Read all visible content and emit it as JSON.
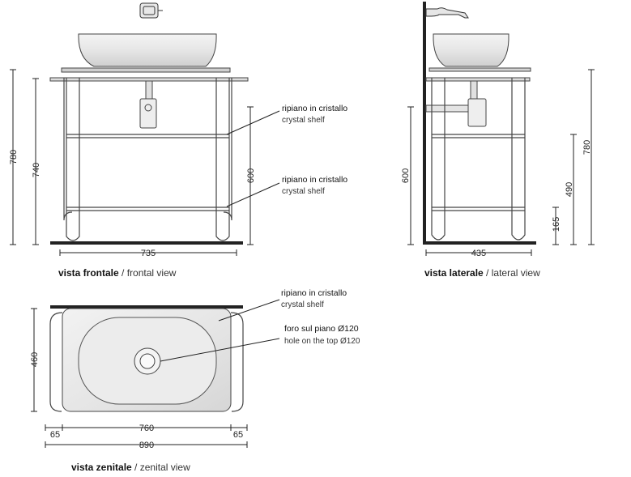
{
  "front": {
    "dim_width": "735",
    "dim_total_height": "780",
    "dim_top_height": "740",
    "dim_shelf_height": "600",
    "shelf_upper_it": "ripiano in cristallo",
    "shelf_upper_en": "crystal shelf",
    "shelf_lower_it": "ripiano in cristallo",
    "shelf_lower_en": "crystal shelf",
    "caption_bold": "vista frontale",
    "caption_sep": " / ",
    "caption_light": "frontal view"
  },
  "side": {
    "dim_width": "435",
    "dim_wall_height": "600",
    "dim_total_height": "780",
    "dim_mid_height": "490",
    "dim_low_height": "165",
    "caption_bold": "vista laterale",
    "caption_sep": " / ",
    "caption_light": "lateral view"
  },
  "top": {
    "dim_depth": "460",
    "dim_inner_width": "760",
    "dim_total_width": "890",
    "dim_left_margin": "65",
    "dim_right_margin": "65",
    "shelf_it": "ripiano in cristallo",
    "shelf_en": "crystal shelf",
    "hole_it": "foro sul piano Ø120",
    "hole_en": "hole on the top Ø120",
    "caption_bold": "vista zenitale",
    "caption_sep": " / ",
    "caption_light": "zenital view"
  }
}
